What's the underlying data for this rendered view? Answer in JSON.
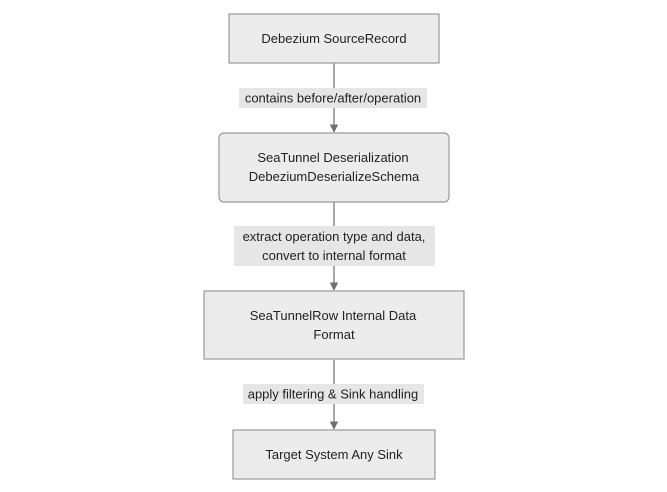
{
  "diagram": {
    "nodes": [
      {
        "id": "debezium",
        "lines": [
          "Debezium SourceRecord"
        ],
        "rounded": false
      },
      {
        "id": "deserialization",
        "lines": [
          "SeaTunnel Deserialization",
          "DebeziumDeserializeSchema"
        ],
        "rounded": true
      },
      {
        "id": "seatunnelrow",
        "lines": [
          "SeaTunnelRow Internal Data",
          "Format"
        ],
        "rounded": false
      },
      {
        "id": "target",
        "lines": [
          "Target System Any Sink"
        ],
        "rounded": false
      }
    ],
    "edges": [
      {
        "from": "debezium",
        "to": "deserialization",
        "label_lines": [
          "contains before/after/operation"
        ]
      },
      {
        "from": "deserialization",
        "to": "seatunnelrow",
        "label_lines": [
          "extract operation type and data,",
          "convert to internal format"
        ]
      },
      {
        "from": "seatunnelrow",
        "to": "target",
        "label_lines": [
          "apply filtering & Sink handling"
        ]
      }
    ],
    "colors": {
      "node_fill": "#ececec",
      "node_stroke": "#9a9a9a",
      "edge_stroke": "#6f6f6f",
      "label_bg": "#e6e6e6",
      "text": "#222222"
    }
  }
}
